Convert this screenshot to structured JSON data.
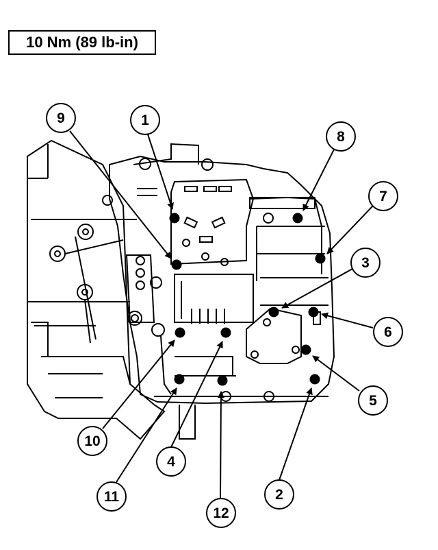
{
  "torque_spec": "10 Nm (89 lb-in)",
  "callouts": [
    "1",
    "2",
    "3",
    "4",
    "5",
    "6",
    "7",
    "8",
    "9",
    "10",
    "11",
    "12"
  ]
}
